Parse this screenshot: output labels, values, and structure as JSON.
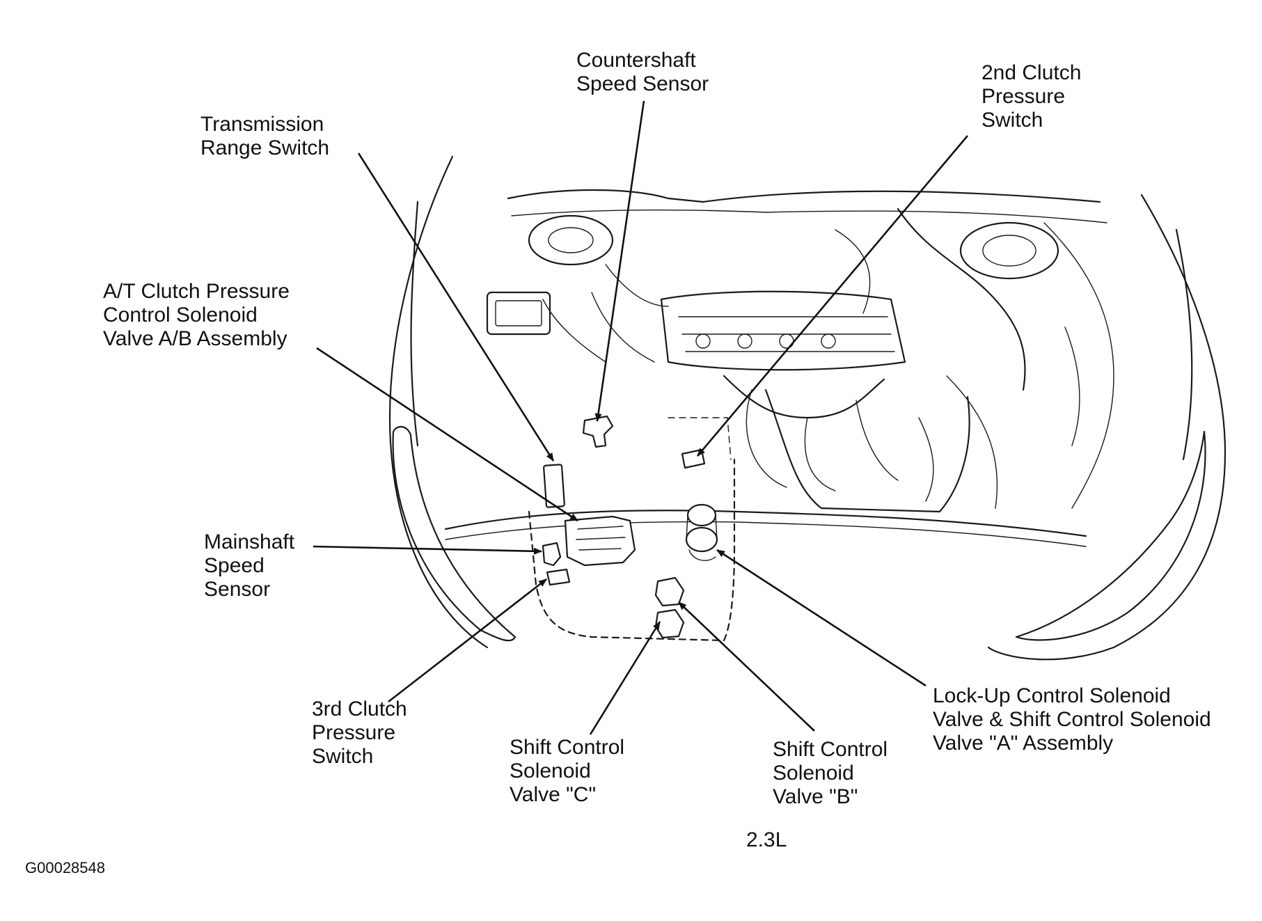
{
  "labels": {
    "countershaft_speed_sensor": [
      "Countershaft",
      "Speed Sensor"
    ],
    "second_clutch_pressure_switch": [
      "2nd Clutch",
      "Pressure",
      "Switch"
    ],
    "transmission_range_switch": [
      "Transmission",
      "Range Switch"
    ],
    "at_clutch_pressure_control_solenoid": [
      "A/T Clutch Pressure",
      "Control Solenoid",
      "Valve A/B Assembly"
    ],
    "mainshaft_speed_sensor": [
      "Mainshaft",
      "Speed",
      "Sensor"
    ],
    "third_clutch_pressure_switch": [
      "3rd Clutch",
      "Pressure",
      "Switch"
    ],
    "shift_control_solenoid_c": [
      "Shift Control",
      "Solenoid",
      "Valve \"C\""
    ],
    "shift_control_solenoid_b": [
      "Shift Control",
      "Solenoid",
      "Valve \"B\""
    ],
    "lockup_control_solenoid": [
      "Lock-Up Control Solenoid",
      "Valve & Shift Control Solenoid",
      "Valve \"A\" Assembly"
    ]
  },
  "engine_caption": "2.3L",
  "figure_id": "G00028548"
}
